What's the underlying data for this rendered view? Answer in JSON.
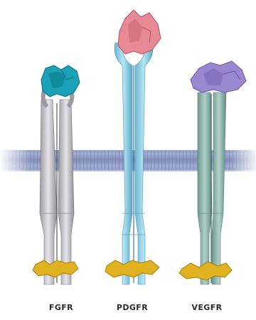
{
  "labels": {
    "fgfr": "FGFR",
    "pdgfr": "PDGFR",
    "vegfr": "VEGFR"
  },
  "receptors": [
    {
      "id": "fgfr",
      "body_color": "#c9c9cd",
      "body_dark": "#8b8b92",
      "ligand_color": "#1aa3b8",
      "ligand_dark": "#0b6a78"
    },
    {
      "id": "pdgfr",
      "body_color": "#8ccfe6",
      "body_dark": "#4f9ab8",
      "ligand_color": "#e88a96",
      "ligand_dark": "#b9515f"
    },
    {
      "id": "vegfr",
      "body_color": "#8fb7ae",
      "body_dark": "#5a857c",
      "ligand_color": "#9b86cf",
      "ligand_dark": "#6b58a8"
    }
  ],
  "colors": {
    "membrane": "#8f9ec9",
    "membrane_dark": "#5f6ea0",
    "kinase": "#e0b21f",
    "kinase_dark": "#a87e0c"
  }
}
